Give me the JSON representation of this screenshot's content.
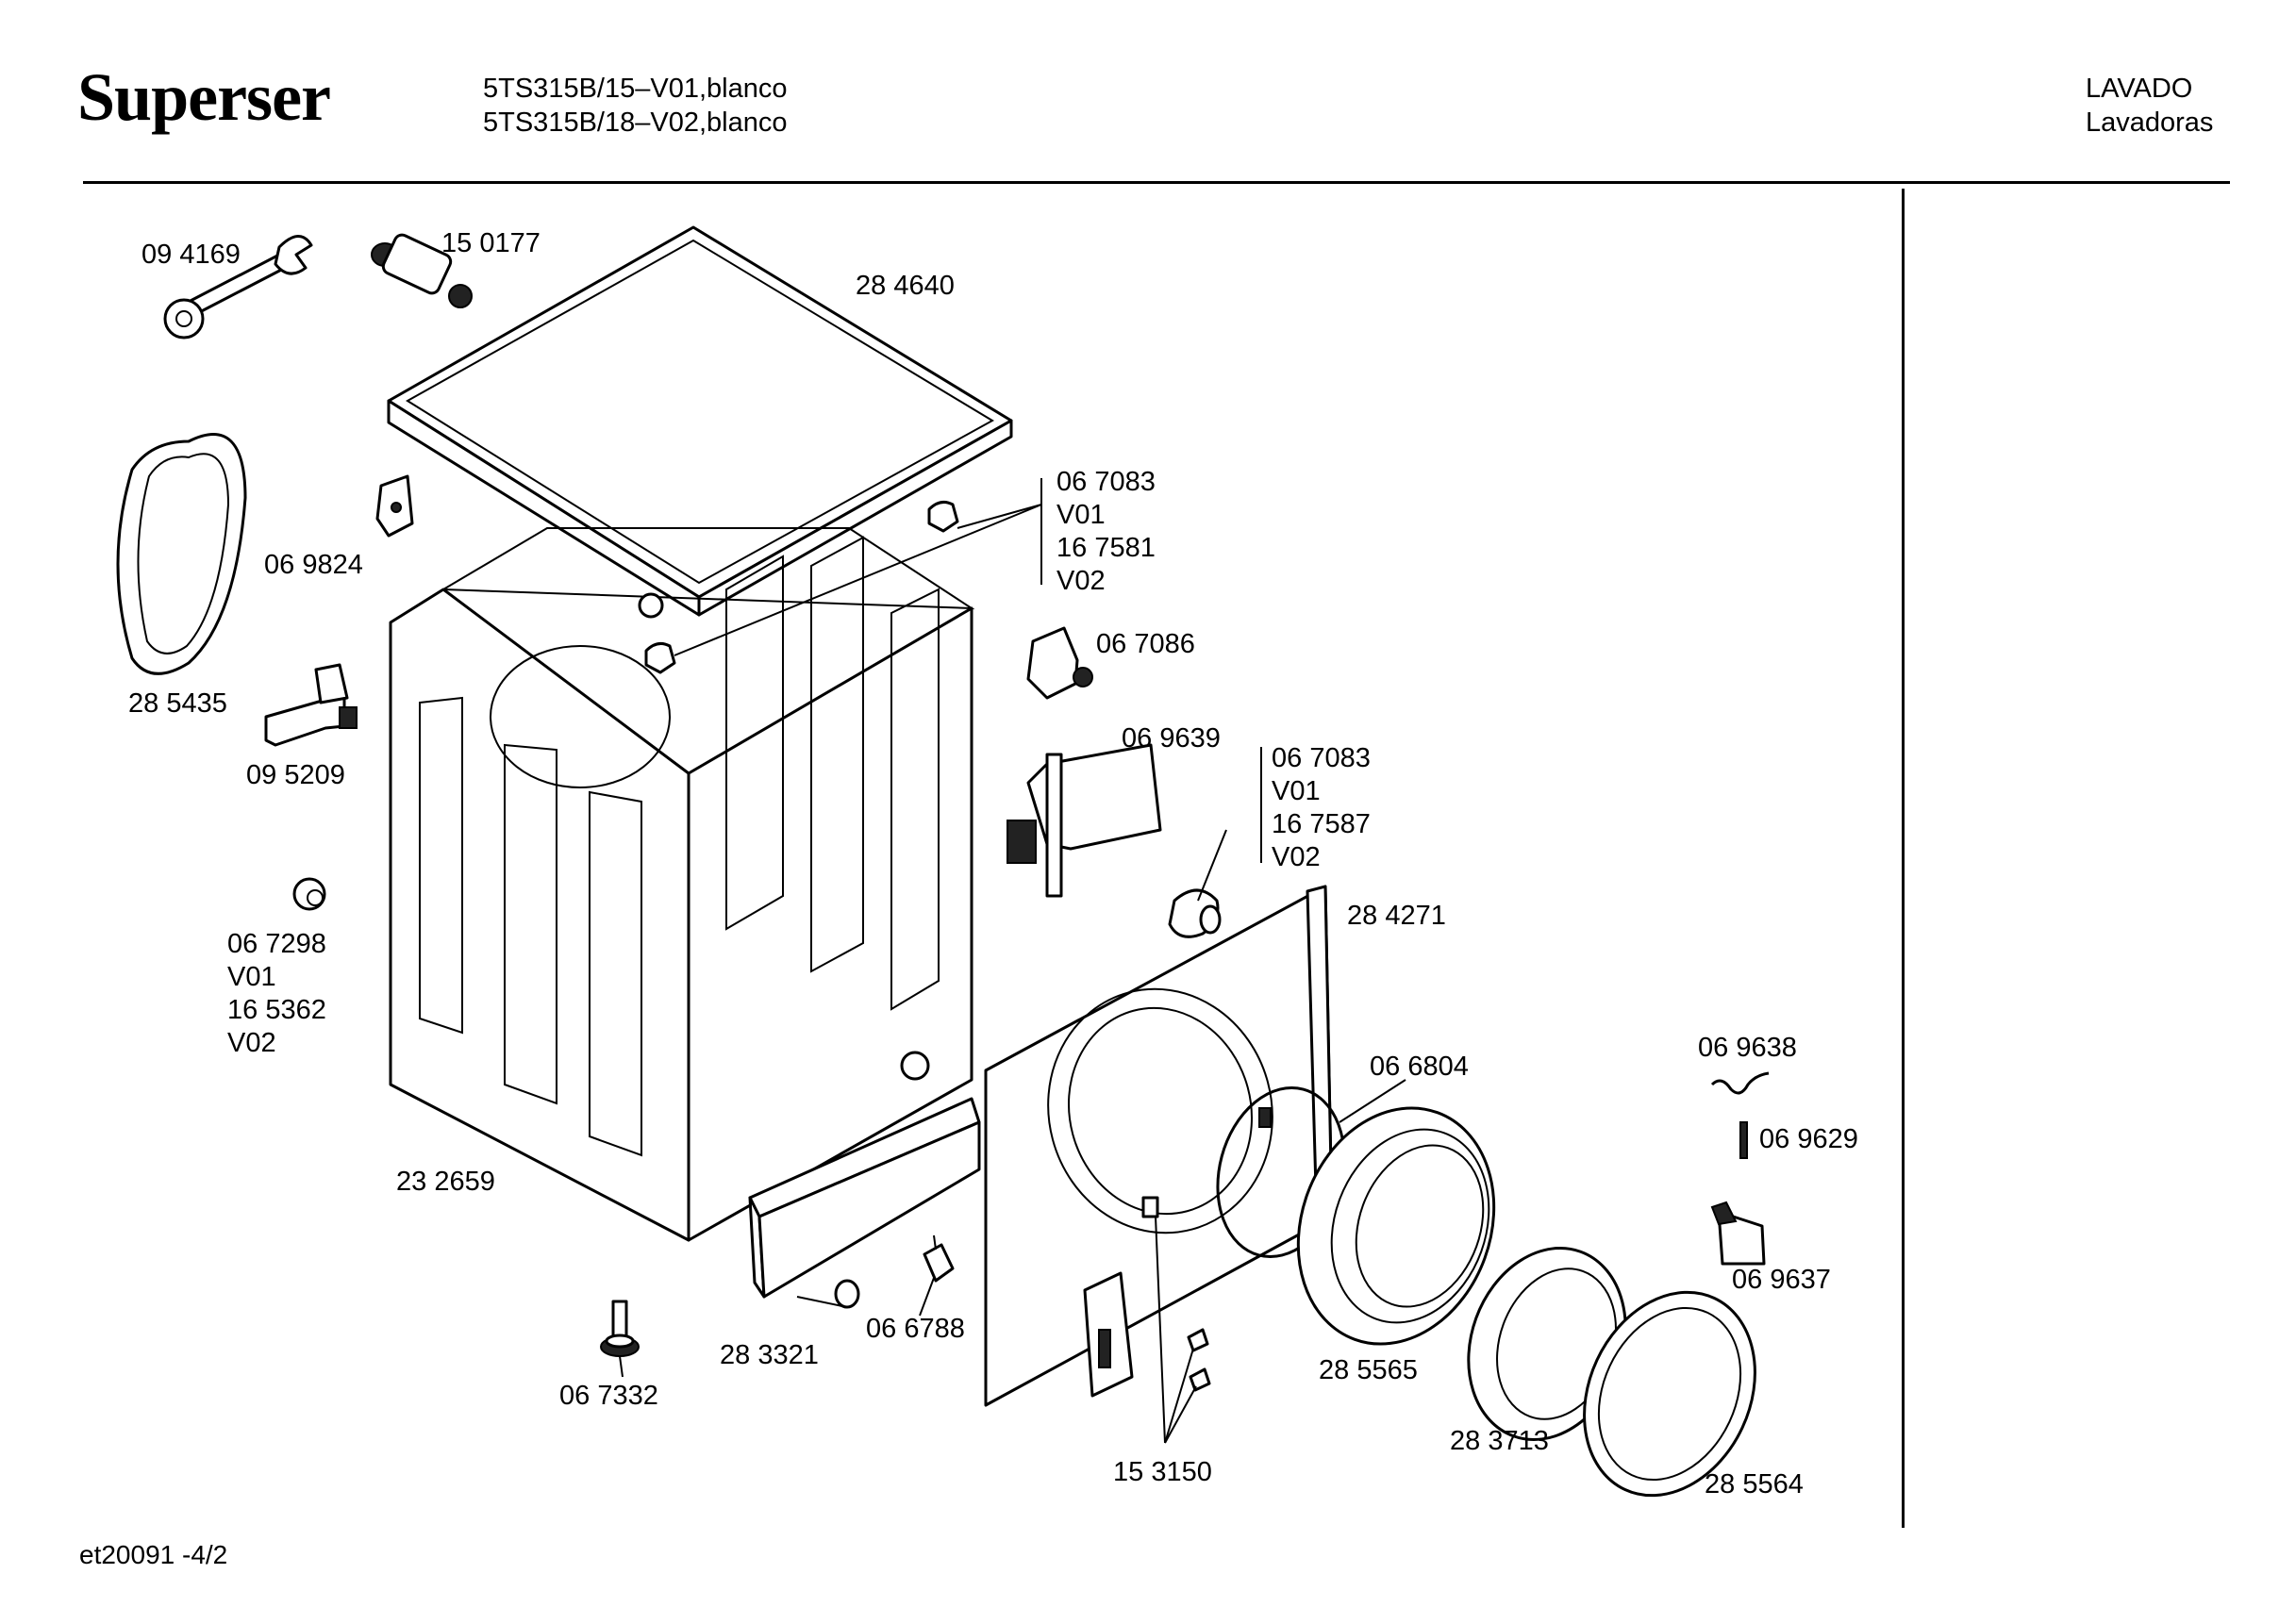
{
  "header": {
    "brand": "Superser",
    "model_lines": [
      "5TS315B/15–V01,blanco",
      "5TS315B/18–V02,blanco"
    ],
    "category_lines": [
      "LAVADO",
      "Lavadoras"
    ]
  },
  "footer": {
    "doc_code": "et20091 -4/2"
  },
  "parts": [
    {
      "id": "p1",
      "lines": [
        "09 4169"
      ]
    },
    {
      "id": "p2",
      "lines": [
        "15 0177"
      ]
    },
    {
      "id": "p3",
      "lines": [
        "28 4640"
      ]
    },
    {
      "id": "p4",
      "lines": [
        "06 9824"
      ]
    },
    {
      "id": "p5",
      "lines": [
        "28 5435"
      ]
    },
    {
      "id": "p6",
      "lines": [
        "09 5209"
      ]
    },
    {
      "id": "p7",
      "lines": [
        "06 7298",
        "V01",
        "16 5362",
        "V02"
      ]
    },
    {
      "id": "p8",
      "lines": [
        "06 7083",
        "V01",
        "16 7581",
        "V02"
      ]
    },
    {
      "id": "p9",
      "lines": [
        "06 7086"
      ]
    },
    {
      "id": "p10",
      "lines": [
        "06 9639"
      ]
    },
    {
      "id": "p11",
      "lines": [
        "06 7083",
        "V01",
        "16 7587",
        "V02"
      ]
    },
    {
      "id": "p12",
      "lines": [
        "28 4271"
      ]
    },
    {
      "id": "p13",
      "lines": [
        "23 2659"
      ]
    },
    {
      "id": "p14",
      "lines": [
        "06 6804"
      ]
    },
    {
      "id": "p15",
      "lines": [
        "06 9638"
      ]
    },
    {
      "id": "p16",
      "lines": [
        "06 9629"
      ]
    },
    {
      "id": "p17",
      "lines": [
        "06 9637"
      ]
    },
    {
      "id": "p18",
      "lines": [
        "28 5565"
      ]
    },
    {
      "id": "p19",
      "lines": [
        "28 3713"
      ]
    },
    {
      "id": "p20",
      "lines": [
        "28 5564"
      ]
    },
    {
      "id": "p21",
      "lines": [
        "15 3150"
      ]
    },
    {
      "id": "p22",
      "lines": [
        "28 3321"
      ]
    },
    {
      "id": "p23",
      "lines": [
        "06 6788"
      ]
    },
    {
      "id": "p24",
      "lines": [
        "06 7332"
      ]
    }
  ]
}
